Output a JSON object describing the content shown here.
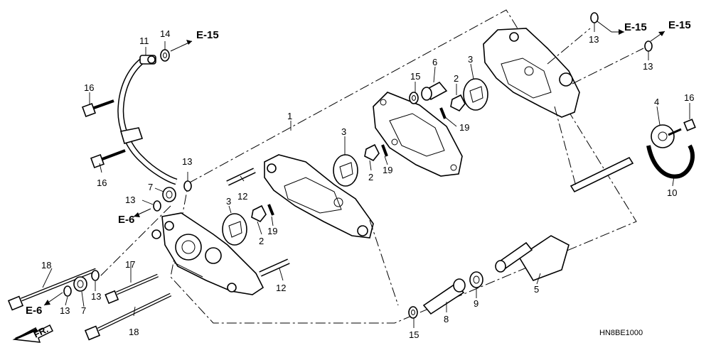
{
  "diagram": {
    "drawing_code": "HN8BE1000",
    "direction_label": "FR.",
    "callouts": [
      {
        "id": "c1",
        "text": "1"
      },
      {
        "id": "c2a",
        "text": "2"
      },
      {
        "id": "c2b",
        "text": "2"
      },
      {
        "id": "c2c",
        "text": "2"
      },
      {
        "id": "c3a",
        "text": "3"
      },
      {
        "id": "c3b",
        "text": "3"
      },
      {
        "id": "c3c",
        "text": "3"
      },
      {
        "id": "c4",
        "text": "4"
      },
      {
        "id": "c5",
        "text": "5"
      },
      {
        "id": "c6",
        "text": "6"
      },
      {
        "id": "c7a",
        "text": "7"
      },
      {
        "id": "c7b",
        "text": "7"
      },
      {
        "id": "c8",
        "text": "8"
      },
      {
        "id": "c9",
        "text": "9"
      },
      {
        "id": "c10",
        "text": "10"
      },
      {
        "id": "c11",
        "text": "11"
      },
      {
        "id": "c12a",
        "text": "12"
      },
      {
        "id": "c12b",
        "text": "12"
      },
      {
        "id": "c13a",
        "text": "13"
      },
      {
        "id": "c13b",
        "text": "13"
      },
      {
        "id": "c13c",
        "text": "13"
      },
      {
        "id": "c13d",
        "text": "13"
      },
      {
        "id": "c13e",
        "text": "13"
      },
      {
        "id": "c13f",
        "text": "13"
      },
      {
        "id": "c14",
        "text": "14"
      },
      {
        "id": "c15a",
        "text": "15"
      },
      {
        "id": "c15b",
        "text": "15"
      },
      {
        "id": "c16a",
        "text": "16"
      },
      {
        "id": "c16b",
        "text": "16"
      },
      {
        "id": "c16c",
        "text": "16"
      },
      {
        "id": "c17",
        "text": "17"
      },
      {
        "id": "c18a",
        "text": "18"
      },
      {
        "id": "c18b",
        "text": "18"
      },
      {
        "id": "c19a",
        "text": "19"
      },
      {
        "id": "c19b",
        "text": "19"
      },
      {
        "id": "c19c",
        "text": "19"
      }
    ],
    "references": [
      {
        "id": "r1",
        "text": "E-15"
      },
      {
        "id": "r2",
        "text": "E-15"
      },
      {
        "id": "r3",
        "text": "E-15"
      },
      {
        "id": "r4",
        "text": "E-6"
      },
      {
        "id": "r5",
        "text": "E-6"
      }
    ]
  }
}
